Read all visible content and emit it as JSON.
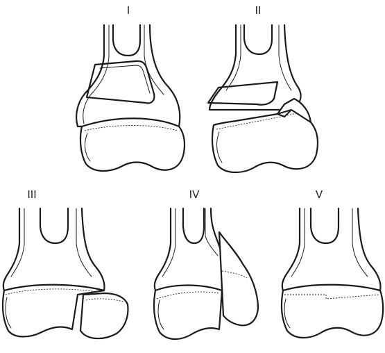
{
  "figure": {
    "panels": [
      {
        "id": "panel-1",
        "label": "I"
      },
      {
        "id": "panel-2",
        "label": "II"
      },
      {
        "id": "panel-3",
        "label": "III"
      },
      {
        "id": "panel-4",
        "label": "IV"
      },
      {
        "id": "panel-5",
        "label": "V"
      }
    ]
  },
  "colors": {
    "stroke": "#1a1a1a",
    "background": "#ffffff"
  }
}
